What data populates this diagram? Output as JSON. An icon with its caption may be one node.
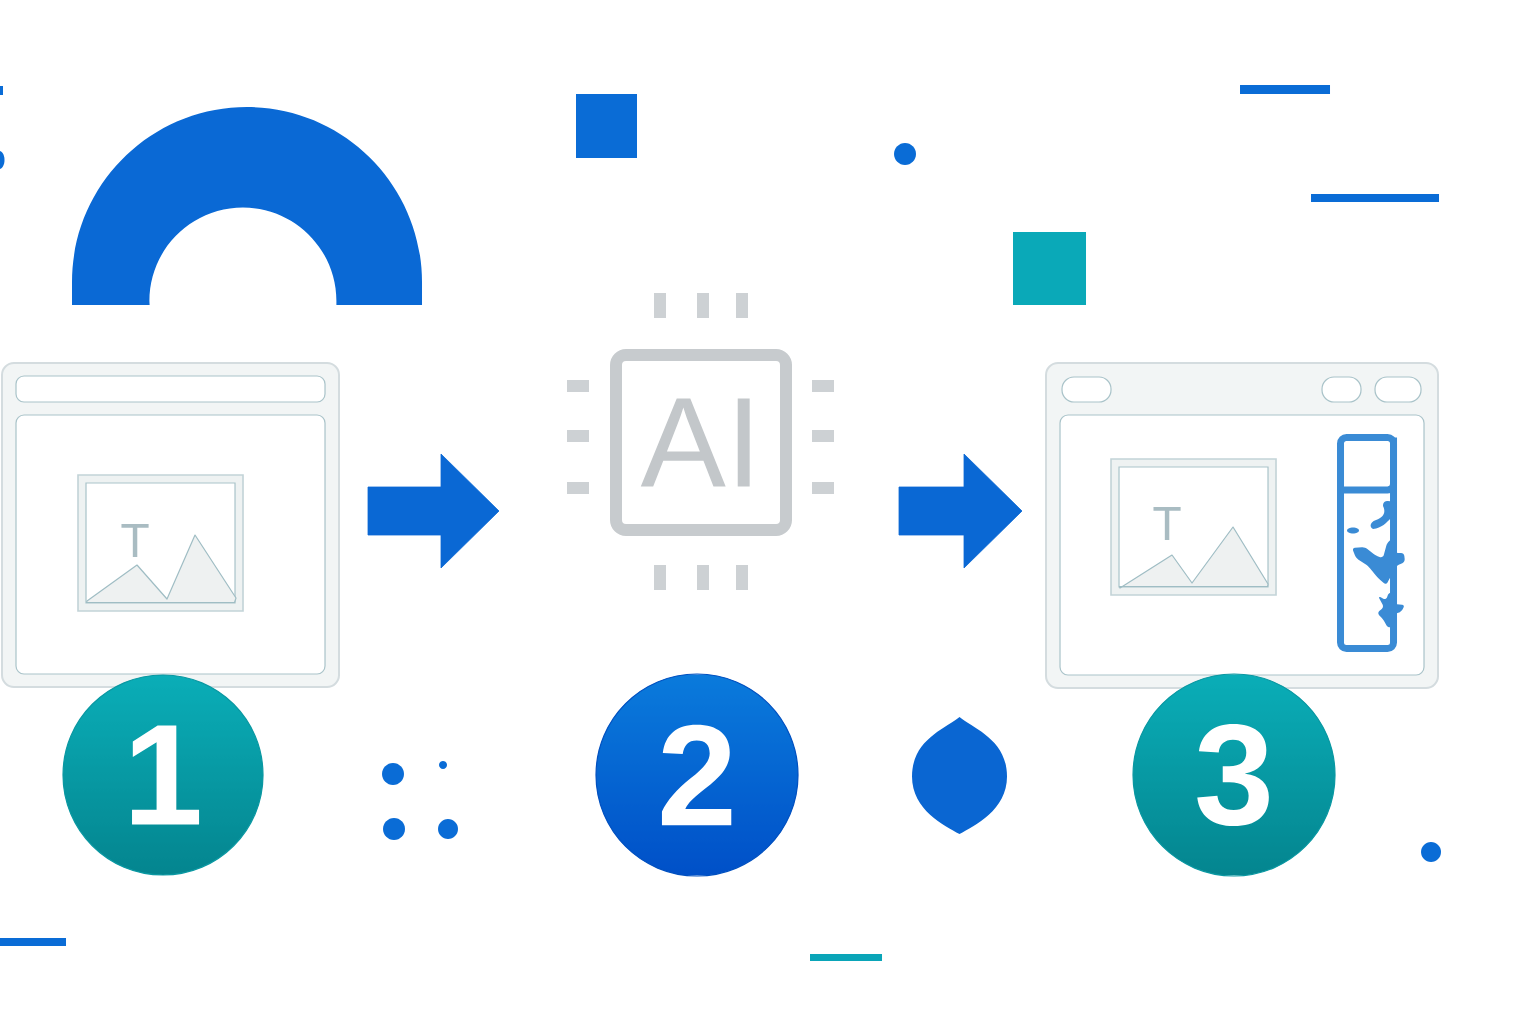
{
  "diagram": {
    "nodes": [
      {
        "text": [],
        "shape": "arch"
      },
      {
        "text": [],
        "shape": "box"
      },
      {
        "text": [],
        "shape": "box"
      },
      {
        "text": [],
        "shape": "box"
      },
      {
        "text": [
          "T"
        ],
        "in": 3
      },
      {
        "text": [
          "AI"
        ]
      },
      {
        "text": [],
        "shape": "box"
      },
      {
        "text": [
          "T"
        ],
        "in": 6
      },
      {
        "text": [
          "1"
        ]
      },
      {
        "text": [
          "2"
        ]
      },
      {
        "text": [],
        "shape": "drop"
      },
      {
        "text": [
          "3"
        ]
      }
    ],
    "edges": [
      {
        "from": 3,
        "to": 5,
        "arrow": "to"
      },
      {
        "from": 5,
        "to": 6,
        "arrow": "to"
      }
    ]
  }
}
